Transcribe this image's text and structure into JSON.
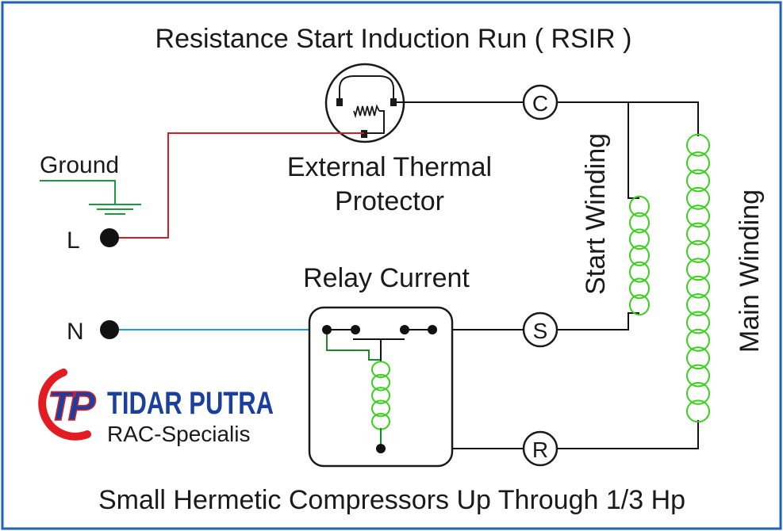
{
  "title": "Resistance Start Induction Run ( RSIR )",
  "footer": "Small Hermetic Compressors Up Through 1/3 Hp",
  "labels": {
    "ground": "Ground",
    "line": "L",
    "neutral": "N",
    "protector_line1": "External Thermal",
    "protector_line2": "Protector",
    "relay": "Relay Current",
    "start_winding": "Start Winding",
    "main_winding": "Main Winding"
  },
  "terminals": {
    "common": "C",
    "start": "S",
    "run": "R"
  },
  "logo": {
    "monogram": "TP",
    "name": "TIDAR PUTRA",
    "tagline": "RAC-Specialis"
  },
  "colors": {
    "border": "#1e63b6",
    "wire_black": "#111111",
    "wire_line": "#d21f26",
    "wire_neutral": "#1f9bd7",
    "wire_ground": "#1a9a3c",
    "coil": "#39d11c",
    "relay_link": "#1a8a2a",
    "logo_red": "#e31b23",
    "logo_blue": "#1b3f9e"
  }
}
